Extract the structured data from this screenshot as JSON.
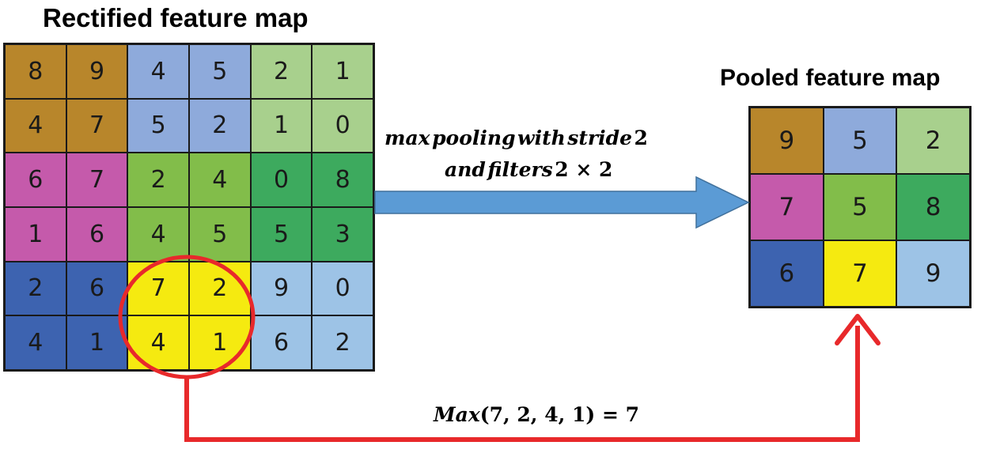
{
  "rectified": {
    "title": "Rectified feature map",
    "cells": [
      [
        {
          "v": "8",
          "c": "#b8862b"
        },
        {
          "v": "9",
          "c": "#b8862b"
        },
        {
          "v": "4",
          "c": "#8eaadb"
        },
        {
          "v": "5",
          "c": "#8eaadb"
        },
        {
          "v": "2",
          "c": "#a8d08d"
        },
        {
          "v": "1",
          "c": "#a8d08d"
        }
      ],
      [
        {
          "v": "4",
          "c": "#b8862b"
        },
        {
          "v": "7",
          "c": "#b8862b"
        },
        {
          "v": "5",
          "c": "#8eaadb"
        },
        {
          "v": "2",
          "c": "#8eaadb"
        },
        {
          "v": "1",
          "c": "#a8d08d"
        },
        {
          "v": "0",
          "c": "#a8d08d"
        }
      ],
      [
        {
          "v": "6",
          "c": "#c55aab"
        },
        {
          "v": "7",
          "c": "#c55aab"
        },
        {
          "v": "2",
          "c": "#82bd4a"
        },
        {
          "v": "4",
          "c": "#82bd4a"
        },
        {
          "v": "0",
          "c": "#3daa5e"
        },
        {
          "v": "8",
          "c": "#3daa5e"
        }
      ],
      [
        {
          "v": "1",
          "c": "#c55aab"
        },
        {
          "v": "6",
          "c": "#c55aab"
        },
        {
          "v": "4",
          "c": "#82bd4a"
        },
        {
          "v": "5",
          "c": "#82bd4a"
        },
        {
          "v": "5",
          "c": "#3daa5e"
        },
        {
          "v": "3",
          "c": "#3daa5e"
        }
      ],
      [
        {
          "v": "2",
          "c": "#3d63b0"
        },
        {
          "v": "6",
          "c": "#3d63b0"
        },
        {
          "v": "7",
          "c": "#f5ea10"
        },
        {
          "v": "2",
          "c": "#f5ea10"
        },
        {
          "v": "9",
          "c": "#9dc3e6"
        },
        {
          "v": "0",
          "c": "#9dc3e6"
        }
      ],
      [
        {
          "v": "4",
          "c": "#3d63b0"
        },
        {
          "v": "1",
          "c": "#3d63b0"
        },
        {
          "v": "4",
          "c": "#f5ea10"
        },
        {
          "v": "1",
          "c": "#f5ea10"
        },
        {
          "v": "6",
          "c": "#9dc3e6"
        },
        {
          "v": "2",
          "c": "#9dc3e6"
        }
      ]
    ]
  },
  "pooled": {
    "title": "Pooled feature map",
    "cells": [
      [
        {
          "v": "9",
          "c": "#b8862b"
        },
        {
          "v": "5",
          "c": "#8eaadb"
        },
        {
          "v": "2",
          "c": "#a8d08d"
        }
      ],
      [
        {
          "v": "7",
          "c": "#c55aab"
        },
        {
          "v": "5",
          "c": "#82bd4a"
        },
        {
          "v": "8",
          "c": "#3daa5e"
        }
      ],
      [
        {
          "v": "6",
          "c": "#3d63b0"
        },
        {
          "v": "7",
          "c": "#f5ea10"
        },
        {
          "v": "9",
          "c": "#9dc3e6"
        }
      ]
    ]
  },
  "stride_label": {
    "line1_words": [
      "max",
      "pooling",
      "with",
      "stride"
    ],
    "line1_num": "2",
    "line2_words": [
      "and",
      "filters"
    ],
    "line2_expr": "2 × 2"
  },
  "max_formula": {
    "func": "Max",
    "args": "(7, 2, 4, 1) = 7"
  },
  "colors": {
    "blue_arrow": "#5b9bd5",
    "red_highlight": "#e8292b",
    "grid_border": "#1a1a1a"
  }
}
